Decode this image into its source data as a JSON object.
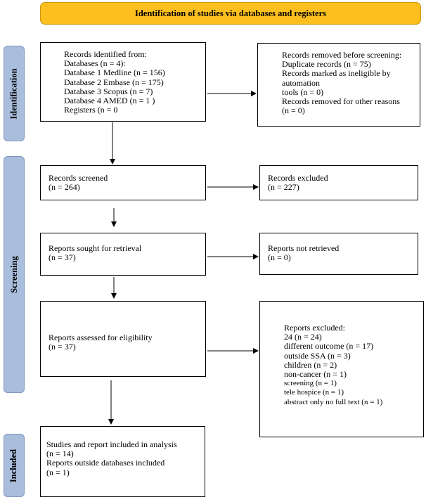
{
  "header": {
    "title": "Identification of studies via databases and registers"
  },
  "phases": {
    "identification": "Identification",
    "screening": "Screening",
    "included": "Included"
  },
  "boxes": {
    "records_identified": [
      "Records identified from:",
      "Databases (n = 4):",
      "Database 1 Medline (n = 156)",
      "Database 2 Embase (n = 175)",
      "Database 3 Scopus (n = 7)",
      "Database 4 AMED (n = 1 )",
      "Registers (n = 0"
    ],
    "records_removed": [
      "Records removed before screening:",
      "Duplicate records (n = 75)",
      "Records marked as ineligible by",
      "automation",
      "tools (n = 0)",
      "Records removed for other reasons",
      "(n = 0)"
    ],
    "records_screened": [
      "Records screened",
      "(n = 264)"
    ],
    "records_excluded": [
      "Records excluded",
      "(n = 227)"
    ],
    "reports_sought": [
      "Reports sought for retrieval",
      "(n = 37)"
    ],
    "reports_not_retrieved": [
      "Reports not retrieved",
      "(n = 0)"
    ],
    "reports_assessed": [
      "Reports assessed for eligibility",
      "(n = 37)"
    ],
    "reports_excluded": [
      "Reports excluded:",
      "24 (n = 24)",
      "different outcome (n = 17)",
      "outside SSA (n = 3)",
      "children (n = 2)",
      "non-cancer (n = 1)",
      "screening (n = 1)",
      "tele hospice (n = 1)",
      "abstract only no full text (n = 1)"
    ],
    "included": [
      "Studies and report included in analysis",
      "(n = 14)",
      "Reports outside databases included",
      "(n = 1)"
    ]
  },
  "colors": {
    "banner": "#fcbf1e",
    "phase": "#a9bddc",
    "border": "#000000"
  }
}
